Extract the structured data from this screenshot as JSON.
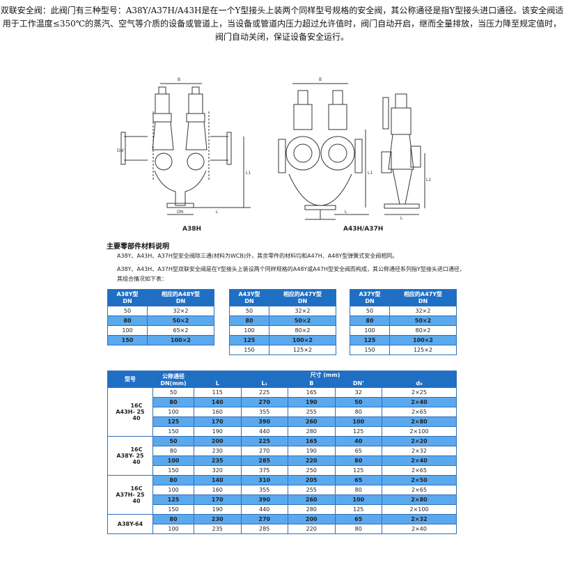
{
  "intro_text": "双联安全阀：此阀门有三种型号：A38Y/A37H/A43H是在一个Y型接头上装两个同样型号规格的安全阀，其公称通径是指Y型接头进口通径。该安全阀适用于工作温度≤350℃的蒸汽、空气等介质的设备或管道上，当设备或管道内压力超过允许值时，阀门自动开启，继而全量排放，当压力降至规定值时，阀门自动关闭，保证设备安全运行。",
  "drawings": {
    "caption_left": "A38H",
    "caption_right": "A43H/A37H",
    "dim_B": "B",
    "dim_L": "L",
    "dim_L1": "L1",
    "dim_DN": "DN",
    "dim_DN2": "DN'"
  },
  "section_title": "主要零部件材料说明",
  "note1": "A38Y、A43H、A37H型安全阀除三通(材料为WCB)外，其余零件的材料均和A47H、A48Y型弹簧式安全阀相同。",
  "note2": "A38Y、A43H、A37H型双联安全阀是在Y型接头上装设两个同样规格的A48Y或A47H型安全阀而构成，其公称通径系列指Y型接头进口通径，其组合情况如下表：",
  "small_tables": [
    {
      "h1": "A38Y型",
      "h1b": "DN",
      "h2": "相应的A48Y型",
      "h2b": "DN",
      "rows": [
        [
          "50",
          "32×2"
        ],
        [
          "80",
          "50×2"
        ],
        [
          "100",
          "65×2"
        ],
        [
          "150",
          "100×2"
        ]
      ]
    },
    {
      "h1": "A43Y型",
      "h1b": "DN",
      "h2": "相应的A47Y型",
      "h2b": "DN",
      "rows": [
        [
          "50",
          "32×2"
        ],
        [
          "80",
          "50×2"
        ],
        [
          "100",
          "80×2"
        ],
        [
          "125",
          "100×2"
        ],
        [
          "150",
          "125×2"
        ]
      ]
    },
    {
      "h1": "A37Y型",
      "h1b": "DN",
      "h2": "相应的A47Y型",
      "h2b": "DN",
      "rows": [
        [
          "50",
          "32×2"
        ],
        [
          "80",
          "50×2"
        ],
        [
          "100",
          "80×2"
        ],
        [
          "125",
          "100×2"
        ],
        [
          "150",
          "125×2"
        ]
      ]
    }
  ],
  "main_table": {
    "h_model": "型号",
    "h_dn": "公称通径",
    "h_dn2": "DN(mm)",
    "h_size": "尺寸 (mm)",
    "cols": [
      "L",
      "L₁",
      "B",
      "DN'",
      "d₀"
    ],
    "groups": [
      {
        "model_l1": "16C",
        "model_l2": "A43H- 25",
        "model_l3": "40",
        "rows": [
          [
            "50",
            "115",
            "225",
            "165",
            "32",
            "2×25"
          ],
          [
            "80",
            "140",
            "270",
            "190",
            "50",
            "2×40"
          ],
          [
            "100",
            "160",
            "355",
            "255",
            "80",
            "2×65"
          ],
          [
            "125",
            "170",
            "390",
            "260",
            "100",
            "2×80"
          ],
          [
            "150",
            "190",
            "440",
            "280",
            "125",
            "2×100"
          ]
        ]
      },
      {
        "model_l1": "16C",
        "model_l2": "A38Y- 25",
        "model_l3": "40",
        "rows": [
          [
            "50",
            "200",
            "225",
            "165",
            "40",
            "2×20"
          ],
          [
            "80",
            "230",
            "270",
            "190",
            "65",
            "2×32"
          ],
          [
            "100",
            "235",
            "285",
            "220",
            "80",
            "2×40"
          ],
          [
            "150",
            "320",
            "375",
            "250",
            "125",
            "2×65"
          ]
        ]
      },
      {
        "model_l1": "16C",
        "model_l2": "A37H- 25",
        "model_l3": "40",
        "rows": [
          [
            "80",
            "140",
            "310",
            "205",
            "65",
            "2×50"
          ],
          [
            "100",
            "160",
            "355",
            "255",
            "80",
            "2×65"
          ],
          [
            "125",
            "170",
            "390",
            "260",
            "100",
            "2×80"
          ],
          [
            "150",
            "190",
            "440",
            "280",
            "125",
            "2×100"
          ]
        ]
      },
      {
        "model_l1": "",
        "model_l2": "A38Y-64",
        "model_l3": "",
        "rows": [
          [
            "80",
            "230",
            "270",
            "200",
            "65",
            "2×32"
          ],
          [
            "100",
            "235",
            "285",
            "220",
            "80",
            "2×40"
          ]
        ]
      }
    ]
  }
}
